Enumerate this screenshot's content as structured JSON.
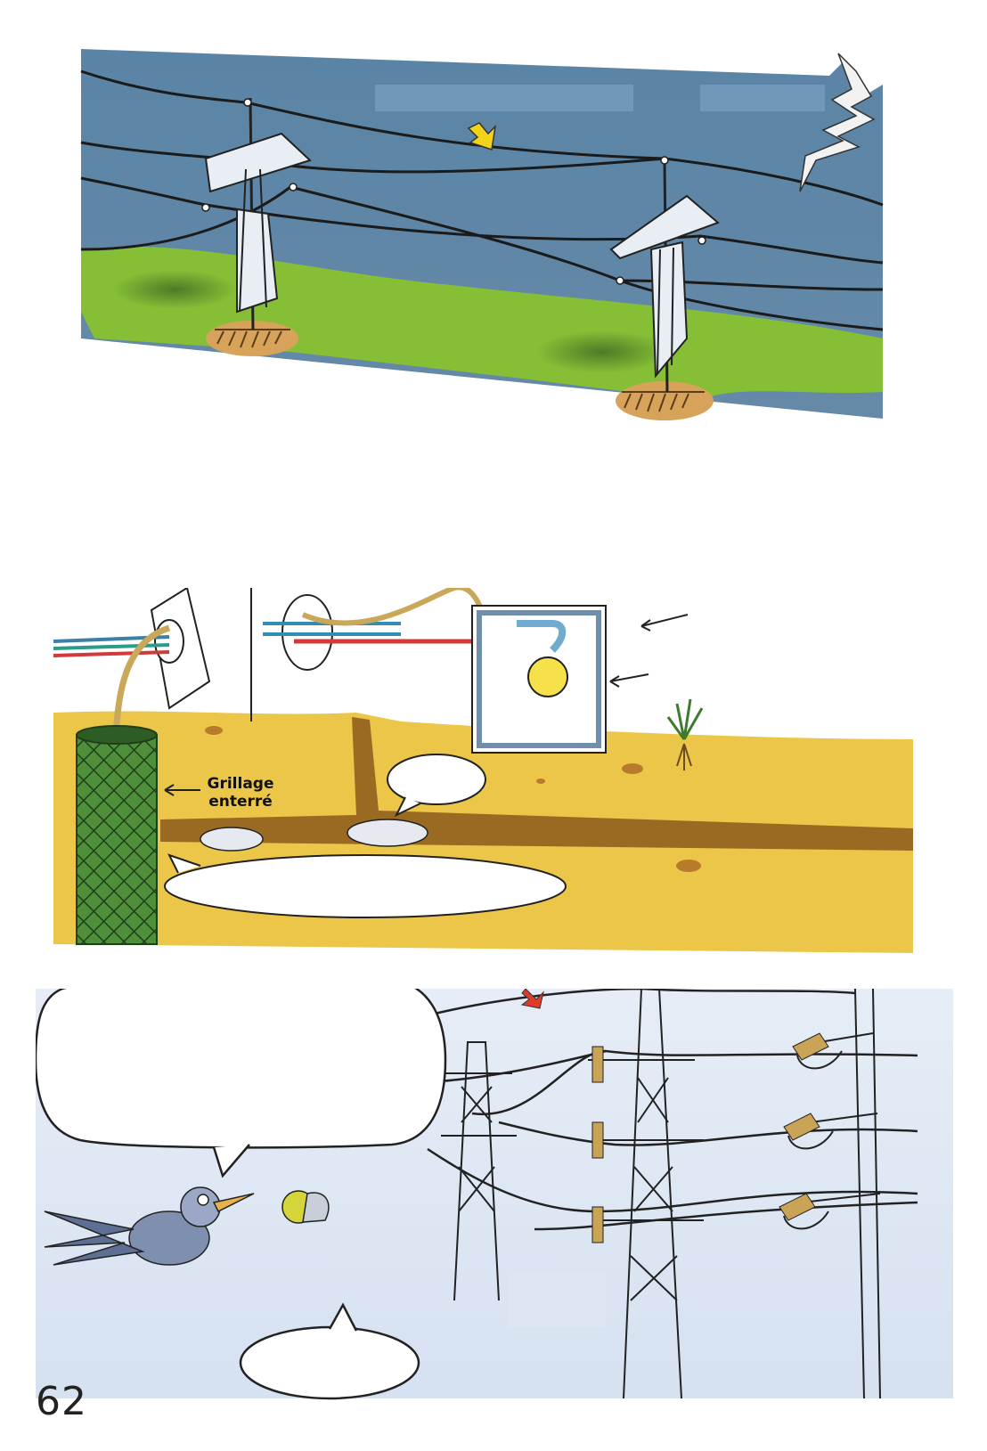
{
  "labels": {
    "grillage_line1": "Grillage",
    "grillage_line2": "enterré"
  },
  "page_number": "62",
  "colors": {
    "sky_top": "#5a83a3",
    "grass": "#86bf36",
    "soil": "#ecc648",
    "pale_sky": "#dde6f4",
    "mesh": "#3f7a33"
  }
}
